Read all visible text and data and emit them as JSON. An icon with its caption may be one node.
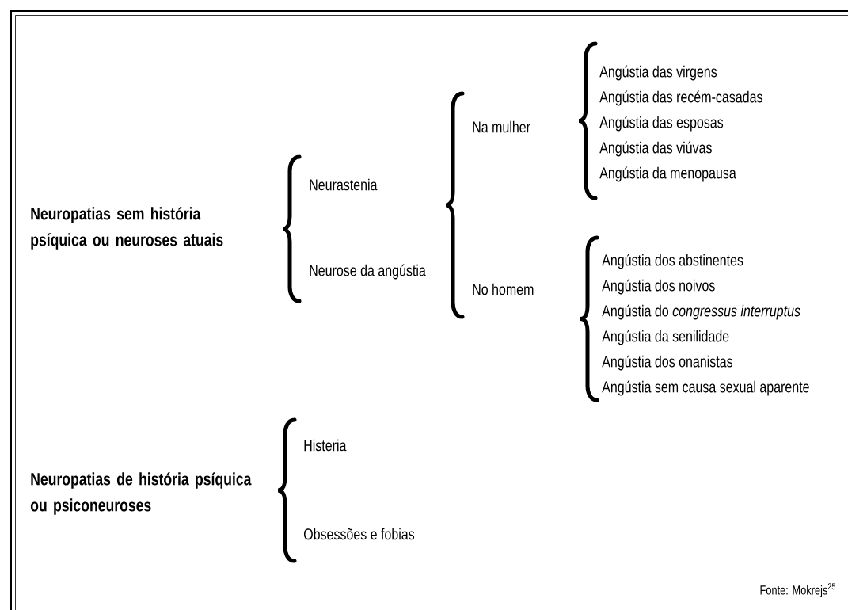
{
  "diagram": {
    "labels": [
      "Neuropatias sem história psíquica ou neuroses atuais",
      "Neurastenia",
      "Neurose da angústia",
      "Na mulher",
      "Angústia das virgens",
      "Angústia das recém-casadas",
      "Angústia das esposas",
      "Angústia das viúvas",
      "Angústia da menopausa",
      "No homem",
      "Angústia dos abstinentes",
      "Angústia dos noivos",
      "Angústia do *congressus interruptus*",
      "Angústia da senilidade",
      "Angústia dos onanistas",
      "Angústia sem causa sexual aparente",
      "Neuropatias de história psíquica ou psiconeuroses",
      "Histeria",
      "Obsessões e fobias",
      "Fonte: Mokrejs$^{25}$"
    ]
  }
}
